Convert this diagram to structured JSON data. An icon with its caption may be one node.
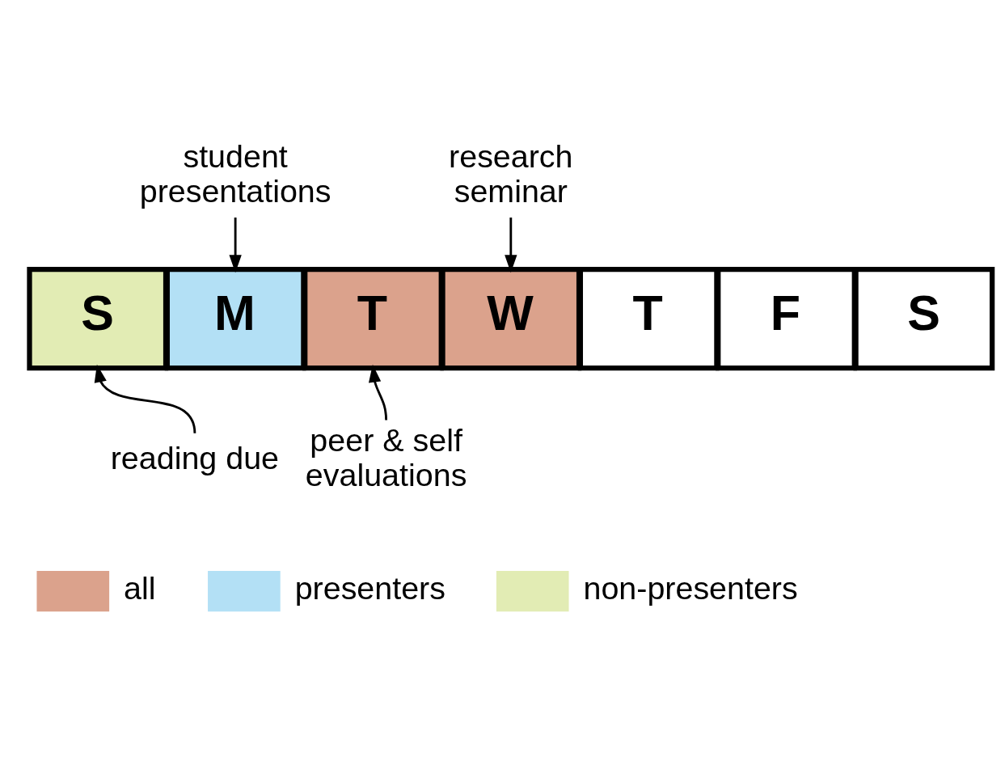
{
  "diagram": {
    "nodes": [
      {
        "text": [
          "student presentations"
        ]
      },
      {
        "text": [
          "research seminar"
        ]
      },
      {
        "text": [
          "S"
        ]
      },
      {
        "text": [
          "M"
        ]
      },
      {
        "text": [
          "T"
        ]
      },
      {
        "text": [
          "W"
        ]
      },
      {
        "text": [
          "T"
        ]
      },
      {
        "text": [
          "F"
        ]
      },
      {
        "text": [
          "S"
        ]
      },
      {
        "text": [
          "reading due"
        ]
      },
      {
        "text": [
          "peer & self evaluations"
        ]
      }
    ],
    "edges": [
      {
        "from": 0,
        "to": 3,
        "arrow": "to"
      },
      {
        "from": 1,
        "to": 5,
        "arrow": "to"
      },
      {
        "from": 9,
        "to": 2,
        "arrow": "to"
      },
      {
        "from": 10,
        "to": 4,
        "arrow": "to"
      }
    ],
    "legend": [
      {
        "text": "all",
        "color": "#dba28c"
      },
      {
        "text": "presenters",
        "color": "#b3e0f5"
      },
      {
        "text": "non-presenters",
        "color": "#e2ecb4"
      }
    ]
  }
}
